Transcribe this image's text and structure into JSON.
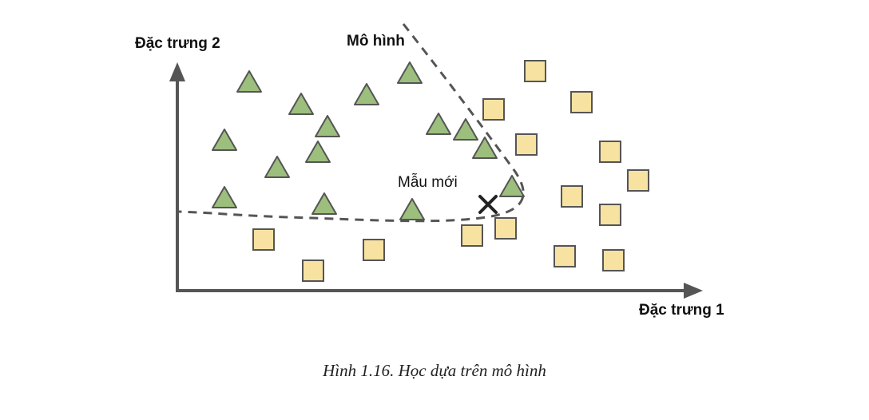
{
  "labels": {
    "y_axis": "Đặc trưng 2",
    "x_axis": "Đặc trưng 1",
    "model": "Mô hình",
    "new_sample": "Mẫu mới"
  },
  "caption": "Hình 1.16. Học dựa trên mô hình",
  "colors": {
    "triangle_fill": "#9dbf7d",
    "square_fill": "#f7e2a1",
    "stroke": "#555555",
    "axis": "#555555"
  },
  "icons": {
    "triangle": "triangle-icon",
    "square": "square-icon",
    "new_sample": "x-mark-icon"
  }
}
